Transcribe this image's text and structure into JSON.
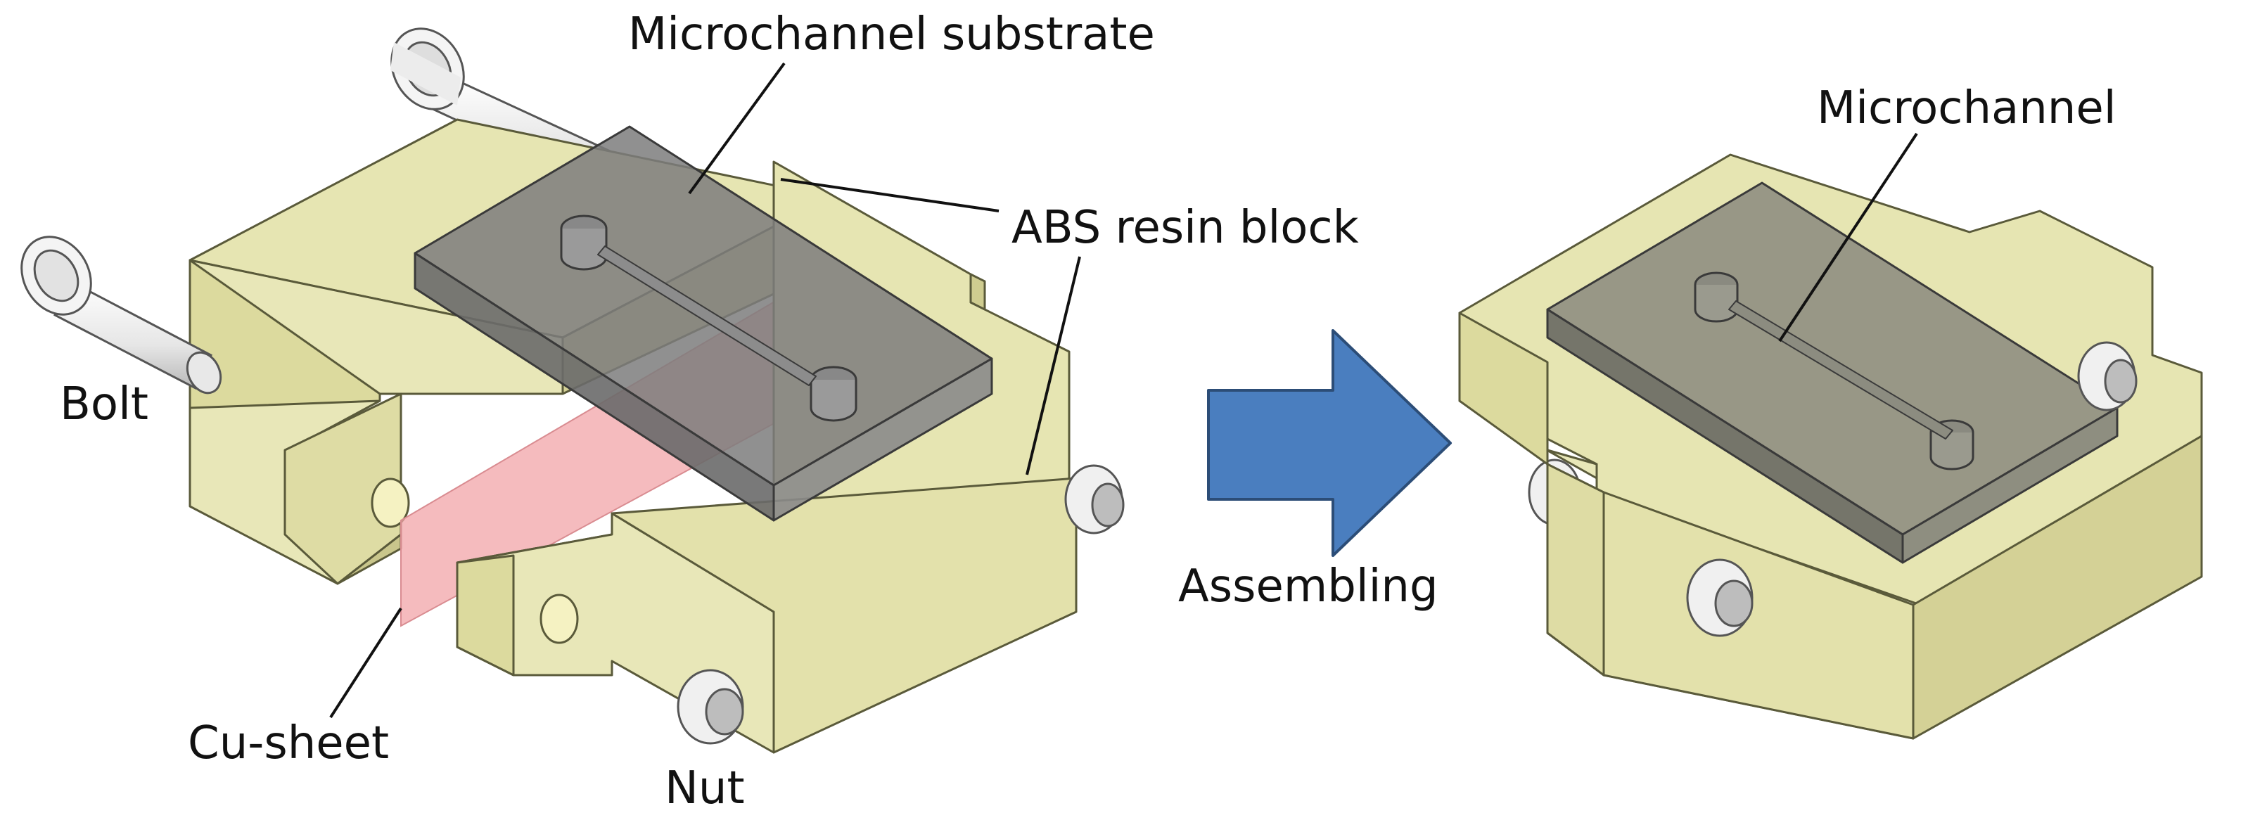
{
  "labels": {
    "substrate": "Microchannel substrate",
    "abs": "ABS resin block",
    "bolt": "Bolt",
    "cu": "Cu-sheet",
    "nut": "Nut",
    "assembling": "Assembling",
    "microchannel": "Microchannel"
  },
  "colors": {
    "resin": "#e6e5b2",
    "resin_side": "#d7d49c",
    "resin_edge": "#5a5a3a",
    "substrate": "#7c7c7c",
    "copper": "#f2a4a8",
    "arrow": "#4a7ebf",
    "arrow_edge": "#2c4d77",
    "metal": "#f2f2f2"
  },
  "icons": [
    "bolt-icon",
    "nut-icon",
    "right-arrow-icon"
  ]
}
